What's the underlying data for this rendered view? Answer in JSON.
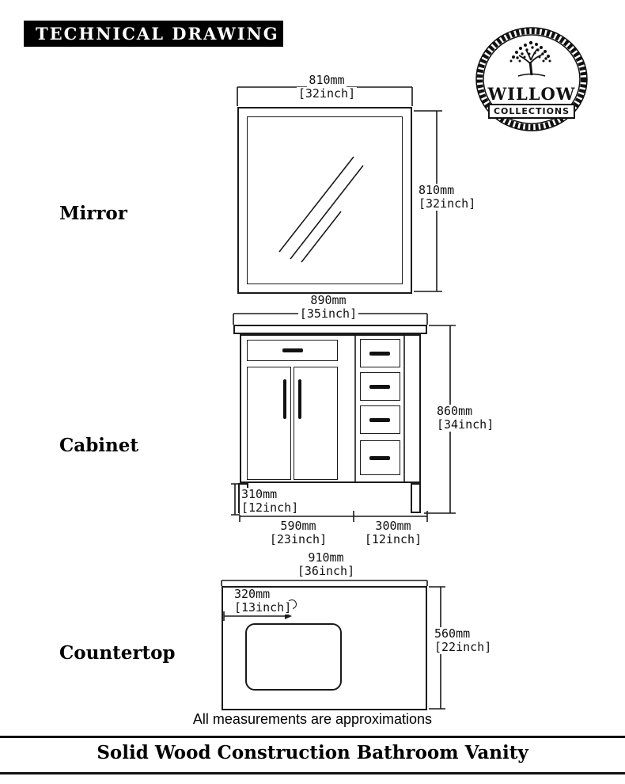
{
  "header": {
    "title": "TECHNICAL DRAWING"
  },
  "logo": {
    "brand": "WILLOW",
    "sub": "COLLECTIONS"
  },
  "sections": {
    "mirror": {
      "label": "Mirror",
      "width": {
        "mm": "810mm",
        "in": "[32inch]"
      },
      "height": {
        "mm": "810mm",
        "in": "[32inch]"
      }
    },
    "cabinet": {
      "label": "Cabinet",
      "width": {
        "mm": "890mm",
        "in": "[35inch]"
      },
      "height": {
        "mm": "860mm",
        "in": "[34inch]"
      },
      "leg": {
        "mm": "310mm",
        "in": "[12inch]"
      },
      "doors": {
        "mm": "590mm",
        "in": "[23inch]"
      },
      "drawers": {
        "mm": "300mm",
        "in": "[12inch]"
      }
    },
    "countertop": {
      "label": "Countertop",
      "width": {
        "mm": "910mm",
        "in": "[36inch]"
      },
      "depth": {
        "mm": "560mm",
        "in": "[22inch]"
      },
      "faucet_offset": {
        "mm": "320mm",
        "in": "[13inch]"
      }
    }
  },
  "footer": {
    "note": "All measurements are approximations",
    "title": "Solid Wood Construction Bathroom Vanity"
  }
}
